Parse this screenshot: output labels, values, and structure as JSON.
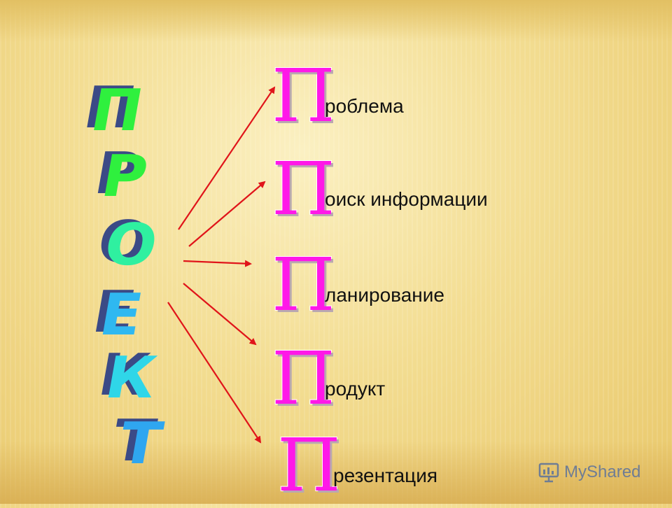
{
  "vertical_word": {
    "letters": [
      {
        "char": "П",
        "color": "#2ff03e"
      },
      {
        "char": "Р",
        "color": "#2ff03e"
      },
      {
        "char": "О",
        "color": "#2ff0a0"
      },
      {
        "char": "Е",
        "color": "#2fb8f0"
      },
      {
        "char": "К",
        "color": "#2fd6e8"
      },
      {
        "char": "Т",
        "color": "#2fa6f0"
      }
    ]
  },
  "items": [
    {
      "initial": "П",
      "rest": "роблема"
    },
    {
      "initial": "П",
      "rest": "оиск информации"
    },
    {
      "initial": "П",
      "rest": "ланирование"
    },
    {
      "initial": "П",
      "rest": "родукт"
    },
    {
      "initial": "П",
      "rest": "резентация"
    }
  ],
  "arrow_color": "#e0141a",
  "watermark": {
    "text": "MyShared",
    "icon": "presentation-board-icon"
  }
}
